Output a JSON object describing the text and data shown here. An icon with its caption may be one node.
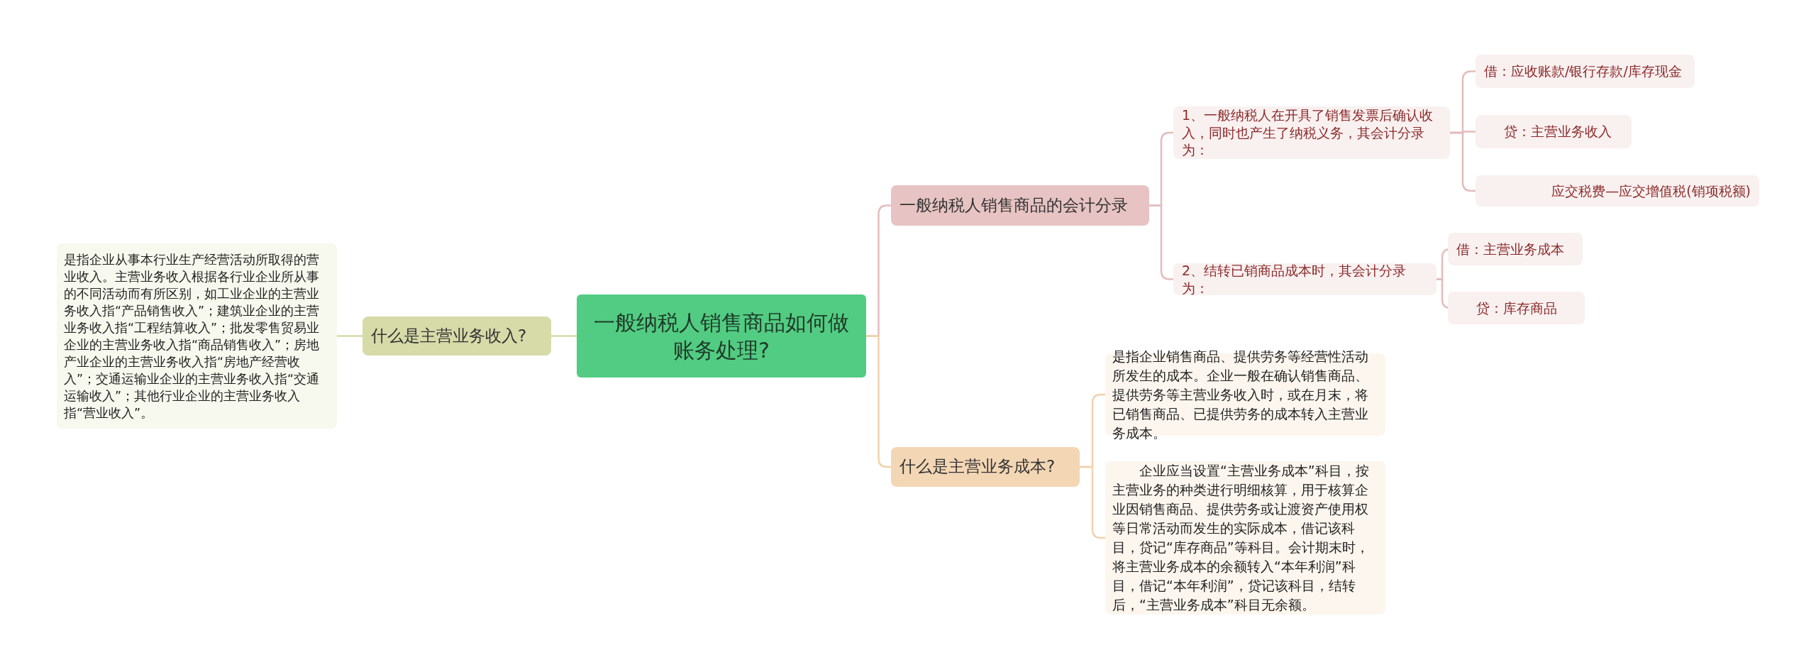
{
  "diagram": {
    "nodes": [
      {
        "text": [
          "一般纳税人销售商品如何做账务处理?"
        ]
      },
      {
        "text": [
          "什么是主营业务收入?"
        ]
      },
      {
        "text": [
          "是指企业从事本行业生产经营活动所取得的营业收入。主营业务收入根据各行业企业所从事的不同活动而有所区别，如工业企业的主营业务收入指“产品销售收入”；建筑业企业的主营业务收入指“工程结算收入”；批发零售贸易业企业的主营业务收入指“商品销售收入”；房地产业企业的主营业务收入指“房地产经营收入”；交通运输业企业的主营业务收入指“交通运输收入”；其他行业企业的主营业务收入指“营业收入”。"
        ]
      },
      {
        "text": [
          "一般纳税人销售商品的会计分录"
        ]
      },
      {
        "text": [
          "1、一般纳税人在开具了销售发票后确认收入，同时也产生了纳税义务，其会计分录为："
        ]
      },
      {
        "text": [
          "借：应收账款/银行存款/库存现金"
        ]
      },
      {
        "text": [
          "贷：主营业务收入"
        ]
      },
      {
        "text": [
          "应交税费—应交增值税(销项税额)"
        ]
      },
      {
        "text": [
          "2、结转已销商品成本时，其会计分录为："
        ]
      },
      {
        "text": [
          "借：主营业务成本"
        ]
      },
      {
        "text": [
          "贷：库存商品"
        ]
      },
      {
        "text": [
          "什么是主营业务成本?"
        ]
      },
      {
        "text": [
          "是指企业销售商品、提供劳务等经营性活动所发生的成本。企业一般在确认销售商品、提供劳务等主营业务收入时，或在月末，将已销售商品、已提供劳务的成本转入主营业务成本。"
        ]
      },
      {
        "text": [
          "企业应当设置“主营业务成本”科目，按主营业务的种类进行明细核算，用于核算企业因销售商品、提供劳务或让渡资产使用权等日常活动而发生的实际成本，借记该科目，贷记“库存商品”等科目。会计期末时，将主营业务成本的余额转入“本年利润”科目，借记“本年利润”，贷记该科目，结转后，“主营业务成本”科目无余额。"
        ]
      }
    ],
    "edges": [
      {
        "from": 0,
        "to": 1,
        "arrow": "none",
        "color": "#d6dba8"
      },
      {
        "from": 1,
        "to": 2,
        "arrow": "none",
        "color": "#d6dba8"
      },
      {
        "from": 0,
        "to": 3,
        "arrow": "none"
      },
      {
        "from": 3,
        "to": 4,
        "arrow": "none"
      },
      {
        "from": 4,
        "to": 5,
        "arrow": "none"
      },
      {
        "from": 4,
        "to": 6,
        "arrow": "none"
      },
      {
        "from": 4,
        "to": 7,
        "arrow": "none"
      },
      {
        "from": 3,
        "to": 8,
        "arrow": "none"
      },
      {
        "from": 8,
        "to": 9,
        "arrow": "none"
      },
      {
        "from": 8,
        "to": 10,
        "arrow": "none"
      },
      {
        "from": 0,
        "to": 11,
        "arrow": "none",
        "color": "#f0d2ae"
      },
      {
        "from": 11,
        "to": 12,
        "arrow": "none",
        "color": "#f0d2ae"
      },
      {
        "from": 11,
        "to": 13,
        "arrow": "none",
        "color": "#f0d2ae"
      }
    ]
  }
}
